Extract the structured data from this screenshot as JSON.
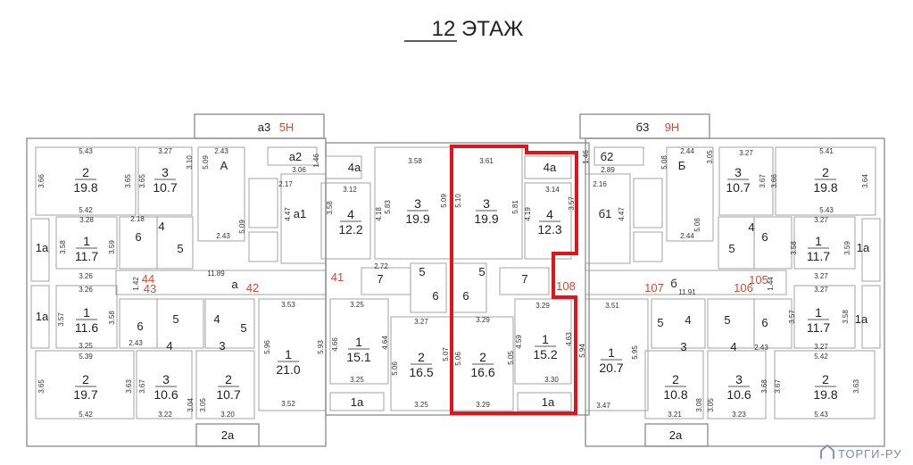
{
  "title": "12 ЭТАЖ",
  "watermark": "ТОРГИ-РУ",
  "highlight_color": "#e0141b",
  "rooms": [
    {
      "num": "2",
      "area": "19.8"
    },
    {
      "num": "3",
      "area": "10.7"
    },
    {
      "num": "1",
      "area": "11.7"
    },
    {
      "num": "4",
      "area": "12.2"
    },
    {
      "num": "3",
      "area": "19.9"
    },
    {
      "num": "3",
      "area": "19.9"
    },
    {
      "num": "4",
      "area": "12.3"
    },
    {
      "num": "3",
      "area": "10.7"
    },
    {
      "num": "2",
      "area": "19.8"
    },
    {
      "num": "1",
      "area": "11.7"
    },
    {
      "num": "1",
      "area": "11.6"
    },
    {
      "num": "2",
      "area": "19.7"
    },
    {
      "num": "3",
      "area": "10.6"
    },
    {
      "num": "2",
      "area": "10.7"
    },
    {
      "num": "1",
      "area": "21.0"
    },
    {
      "num": "1",
      "area": "15.1"
    },
    {
      "num": "2",
      "area": "16.5"
    },
    {
      "num": "2",
      "area": "16.6"
    },
    {
      "num": "1",
      "area": "15.2"
    },
    {
      "num": "1",
      "area": "20.7"
    },
    {
      "num": "2",
      "area": "10.8"
    },
    {
      "num": "3",
      "area": "10.6"
    },
    {
      "num": "2",
      "area": "19.8"
    },
    {
      "num": "1",
      "area": "11.7"
    }
  ],
  "labels": [
    "а3",
    "5Н",
    "а2",
    "А",
    "а1",
    "4а",
    "4а",
    "б3",
    "9Н",
    "б2",
    "Б",
    "б1",
    "1а",
    "6",
    "4",
    "5",
    "а",
    "44",
    "43",
    "42",
    "41",
    "7",
    "5",
    "6",
    "5",
    "6",
    "7",
    "108",
    "б",
    "107",
    "106",
    "105",
    "6",
    "4",
    "5",
    "1а",
    "1а",
    "6",
    "5",
    "4",
    "4",
    "5",
    "3",
    "1а",
    "1а",
    "2а",
    "5",
    "4",
    "3",
    "5",
    "4",
    "6",
    "1а",
    "2а"
  ],
  "dims": [
    "5.43",
    "3.66",
    "3.65",
    "5.42",
    "3.27",
    "3.65",
    "3.10",
    "2.43",
    "5.09",
    "3.06",
    "1.46",
    "2.17",
    "4.47",
    "2.43",
    "5.09",
    "3.28",
    "3.58",
    "3.59",
    "2.18",
    "11.89",
    "3.26",
    "1.42",
    "3.26",
    "3.57",
    "3.58",
    "3.25",
    "5.39",
    "3.65",
    "3.63",
    "5.42",
    "3.67",
    "3.22",
    "3.04",
    "3.05",
    "3.20",
    "3.53",
    "5.96",
    "5.93",
    "3.52",
    "2.43",
    "3.58",
    "3.12",
    "3.58",
    "4.18",
    "5.83",
    "5.09",
    "3.61",
    "5.10",
    "5.81",
    "3.14",
    "4.19",
    "3.57",
    "2.72",
    "3.25",
    "4.66",
    "4.64",
    "3.25",
    "3.27",
    "5.06",
    "5.07",
    "3.25",
    "3.29",
    "5.06",
    "5.05",
    "3.29",
    "3.29",
    "4.59",
    "4.63",
    "3.30",
    "5.94",
    "3.27",
    "3.05",
    "3.67",
    "3.66",
    "5.41",
    "3.64",
    "5.43",
    "2.44",
    "5.08",
    "1.46",
    "2.89",
    "2.16",
    "4.47",
    "2.44",
    "5.08",
    "3.27",
    "3.58",
    "3.59",
    "3.27",
    "11.91",
    "1.44",
    "3.27",
    "3.57",
    "3.58",
    "3.27",
    "5.42",
    "3.67",
    "3.63",
    "5.43",
    "3.68",
    "3.23",
    "3.05",
    "3.08",
    "3.21",
    "3.51",
    "5.95",
    "3.47",
    "2.43"
  ]
}
